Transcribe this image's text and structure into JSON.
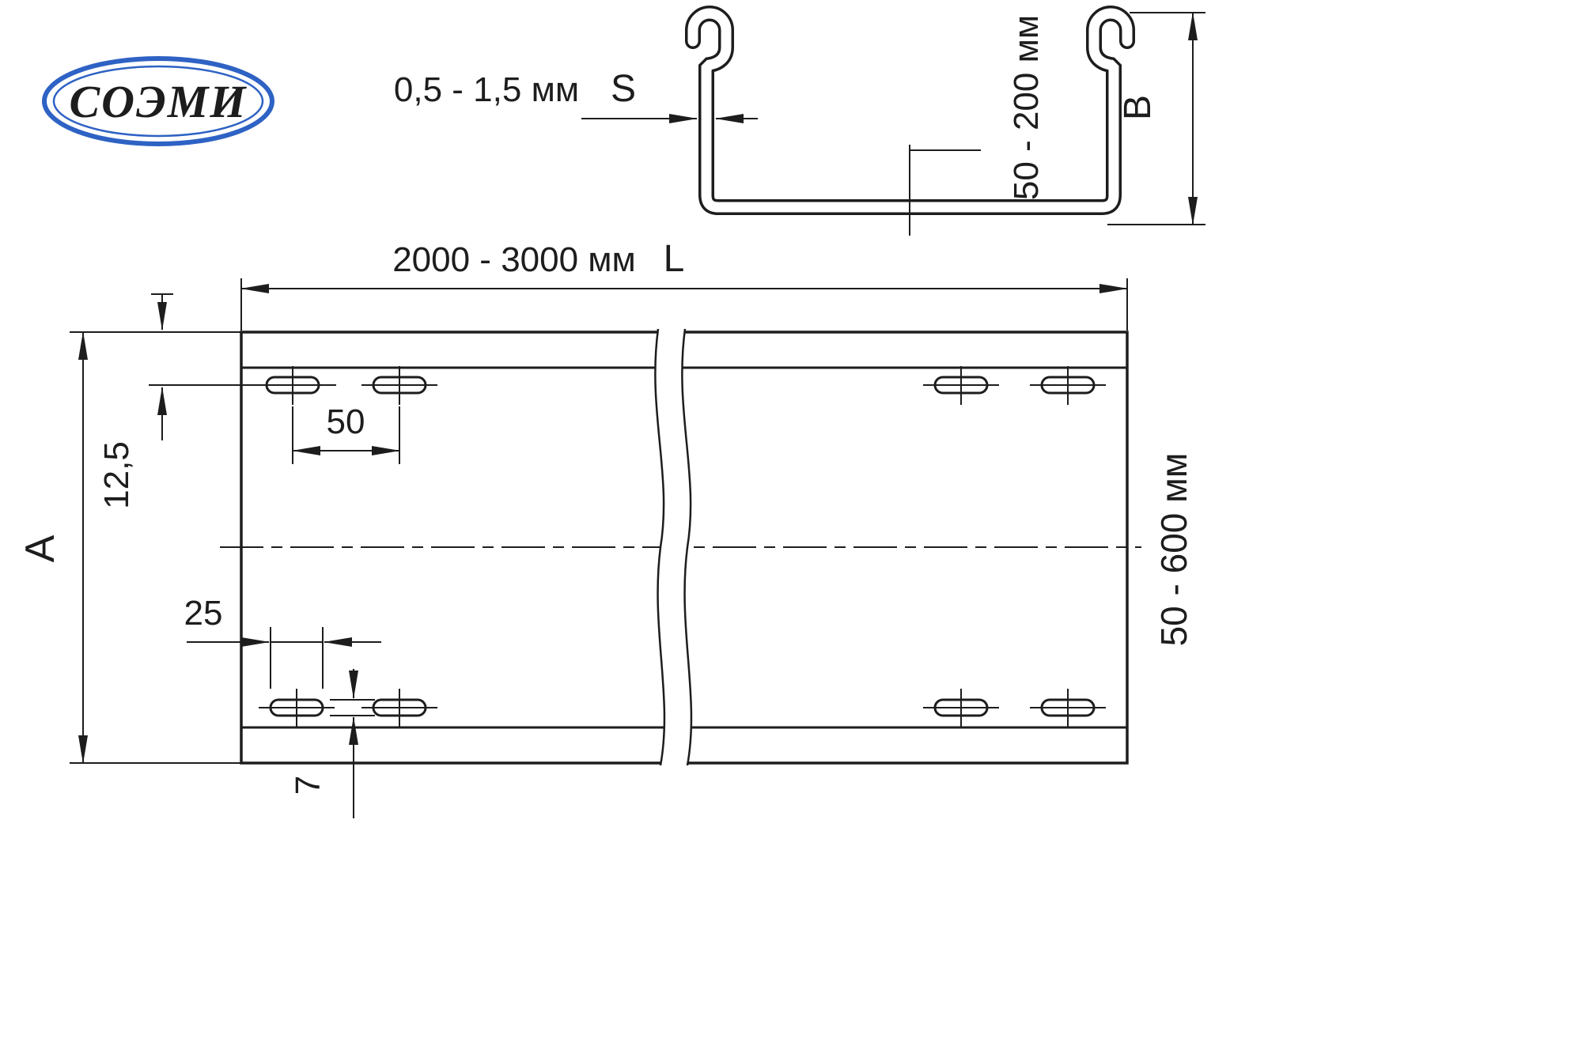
{
  "drawing": {
    "title": "cable tray perforated technical drawing",
    "logo": {
      "text": "СОЭМИ"
    },
    "section_view": {
      "thickness_value": "0,5 - 1,5 мм",
      "thickness_symbol": "S",
      "height_value": "50 - 200 мм",
      "height_symbol": "B"
    },
    "plan_view": {
      "length_value": "2000 - 3000 мм",
      "length_symbol": "L",
      "width_value": "50 - 600 мм",
      "width_symbol": "A",
      "edge_offset": "12,5",
      "slot_pitch": "50",
      "slot_length": "25",
      "slot_width": "7"
    },
    "colors": {
      "line": "#1d1d1d",
      "logo_blue": "#2e62c4",
      "background": "#ffffff"
    }
  }
}
